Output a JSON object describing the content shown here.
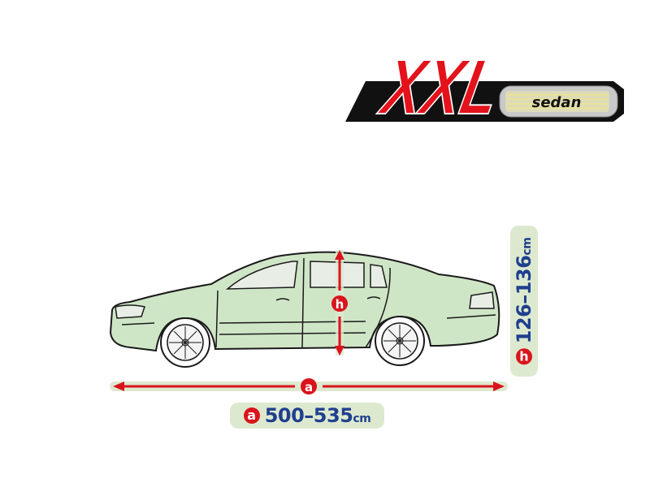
{
  "logo": {
    "size_text": "XXL",
    "type_text": "sedan",
    "colors": {
      "size_red": "#e3121b",
      "bar_black": "#111111",
      "plate_grey": "#c9c9c9",
      "stripe_yellow": "#e9e29a"
    }
  },
  "illustration": {
    "subject": "sedan car side view",
    "body_color": "#cfe6c6",
    "outline_color": "#1a1a1a"
  },
  "dimensions": {
    "length": {
      "badge": "a",
      "value": "500–535",
      "unit": "cm"
    },
    "height": {
      "badge": "h",
      "value": "126–136",
      "unit": "cm"
    },
    "colors": {
      "arrow_red": "#d9141c",
      "label_bg": "#dde9cf",
      "value_blue": "#1f3f8f"
    }
  }
}
